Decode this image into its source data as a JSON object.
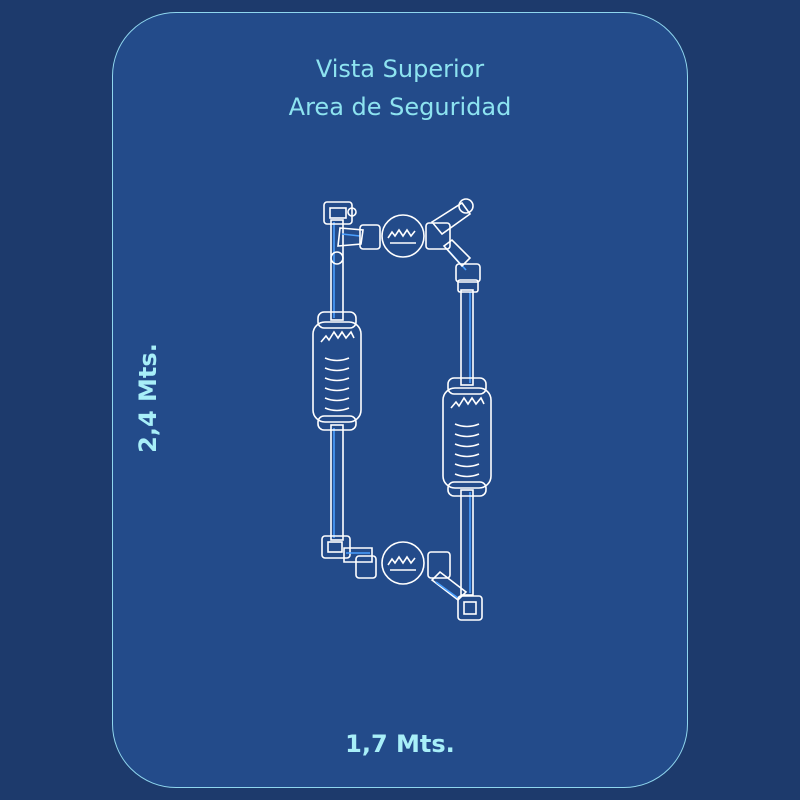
{
  "diagram": {
    "title_line1": "Vista Superior",
    "title_line2": "Area de Seguridad",
    "width_label": "1,7 Mts.",
    "height_label": "2,4 Mts.",
    "colors": {
      "background": "#1d3a6c",
      "panel": "#234b8a",
      "panel_border": "#8fd6ee",
      "text": "#8de3f0",
      "line": "#ffffff",
      "accent": "#4aa0ff"
    },
    "icons": [
      "equipment-outline-icon",
      "punching-bag-icon",
      "swivel-joint-icon"
    ]
  }
}
